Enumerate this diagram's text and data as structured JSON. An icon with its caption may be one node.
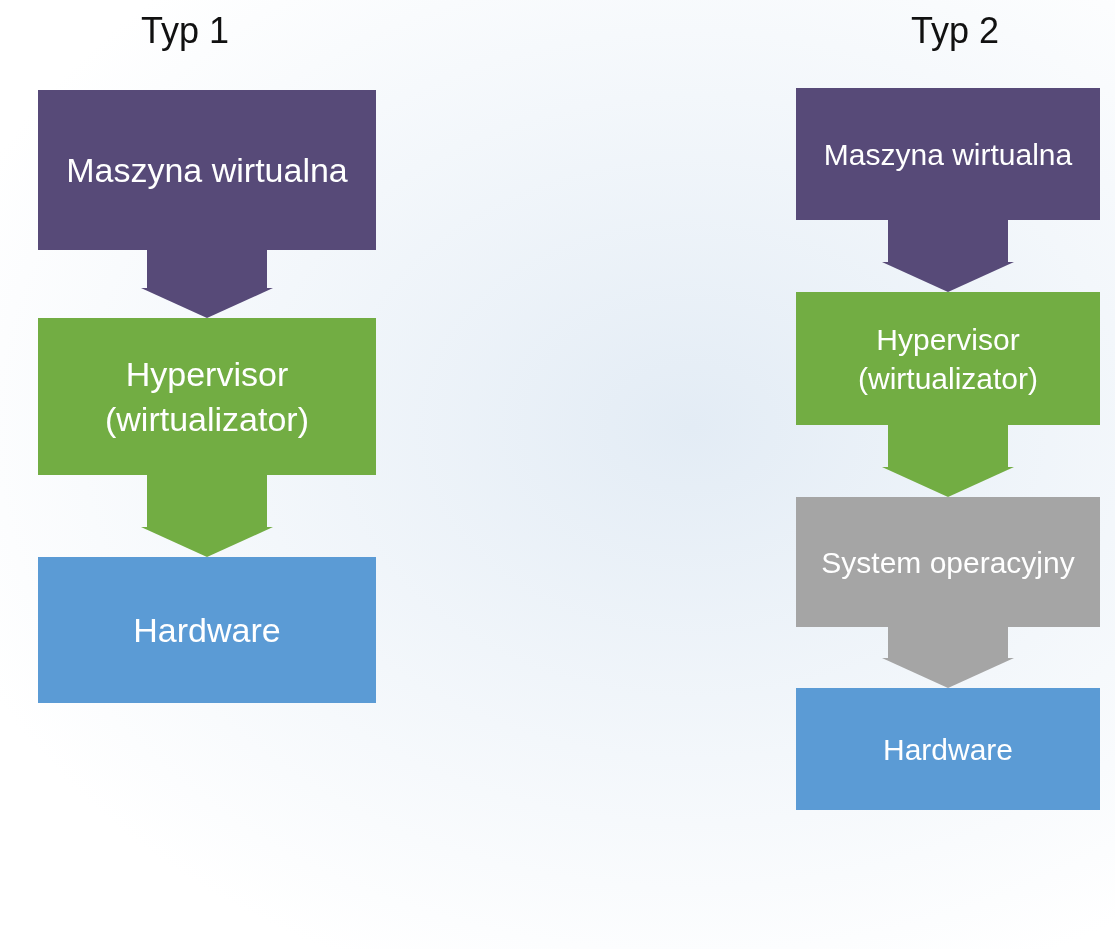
{
  "diagram": {
    "nodes": [
      {
        "text": [
          "Maszyna wirtualna"
        ]
      },
      {
        "text": [
          "Hypervisor (wirtualizator)"
        ]
      },
      {
        "text": [
          "Hardware"
        ]
      },
      {
        "text": [
          "Maszyna wirtualna"
        ]
      },
      {
        "text": [
          "Hypervisor (wirtualizator)"
        ]
      },
      {
        "text": [
          "System operacyjny"
        ]
      },
      {
        "text": [
          "Hardware"
        ]
      }
    ],
    "edges": [
      {
        "from": 0,
        "to": 1,
        "arrow": "to",
        "color": "#574a78"
      },
      {
        "from": 1,
        "to": 2,
        "arrow": "to",
        "color": "#72ad43"
      },
      {
        "from": 3,
        "to": 4,
        "arrow": "to",
        "color": "#574a78"
      },
      {
        "from": 4,
        "to": 5,
        "arrow": "to",
        "color": "#72ad43"
      },
      {
        "from": 5,
        "to": 6,
        "arrow": "to",
        "color": "#a5a5a5"
      }
    ],
    "labels": [
      "Typ 1",
      "Typ 2"
    ]
  }
}
